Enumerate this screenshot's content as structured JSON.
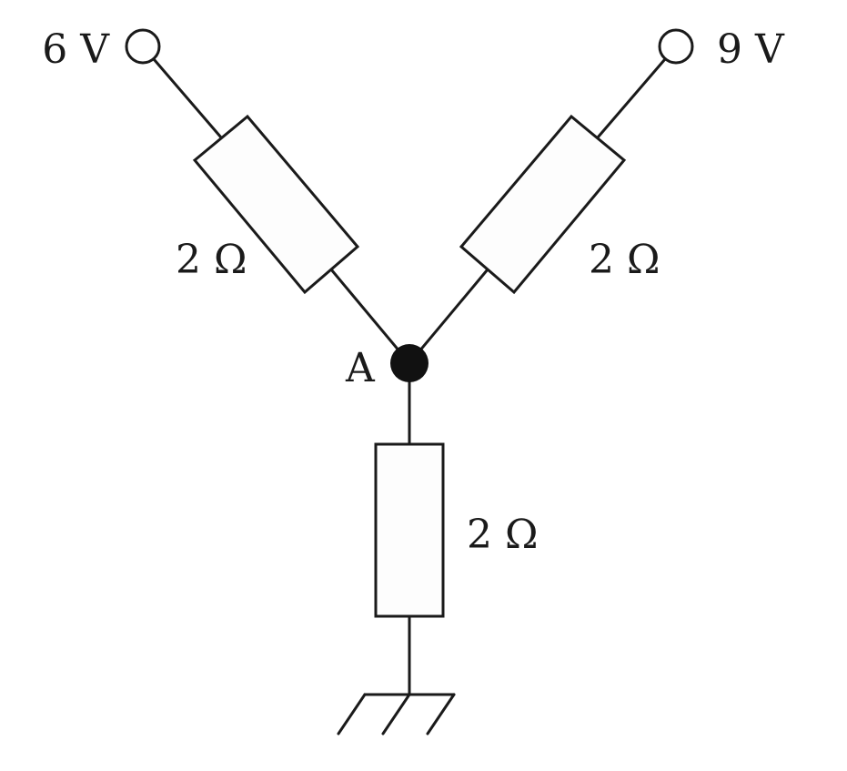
{
  "terminals": {
    "left_voltage": "6 V",
    "right_voltage": "9 V"
  },
  "resistors": {
    "left": "2 Ω",
    "right": "2 Ω",
    "bottom": "2 Ω"
  },
  "node": {
    "label": "A"
  }
}
